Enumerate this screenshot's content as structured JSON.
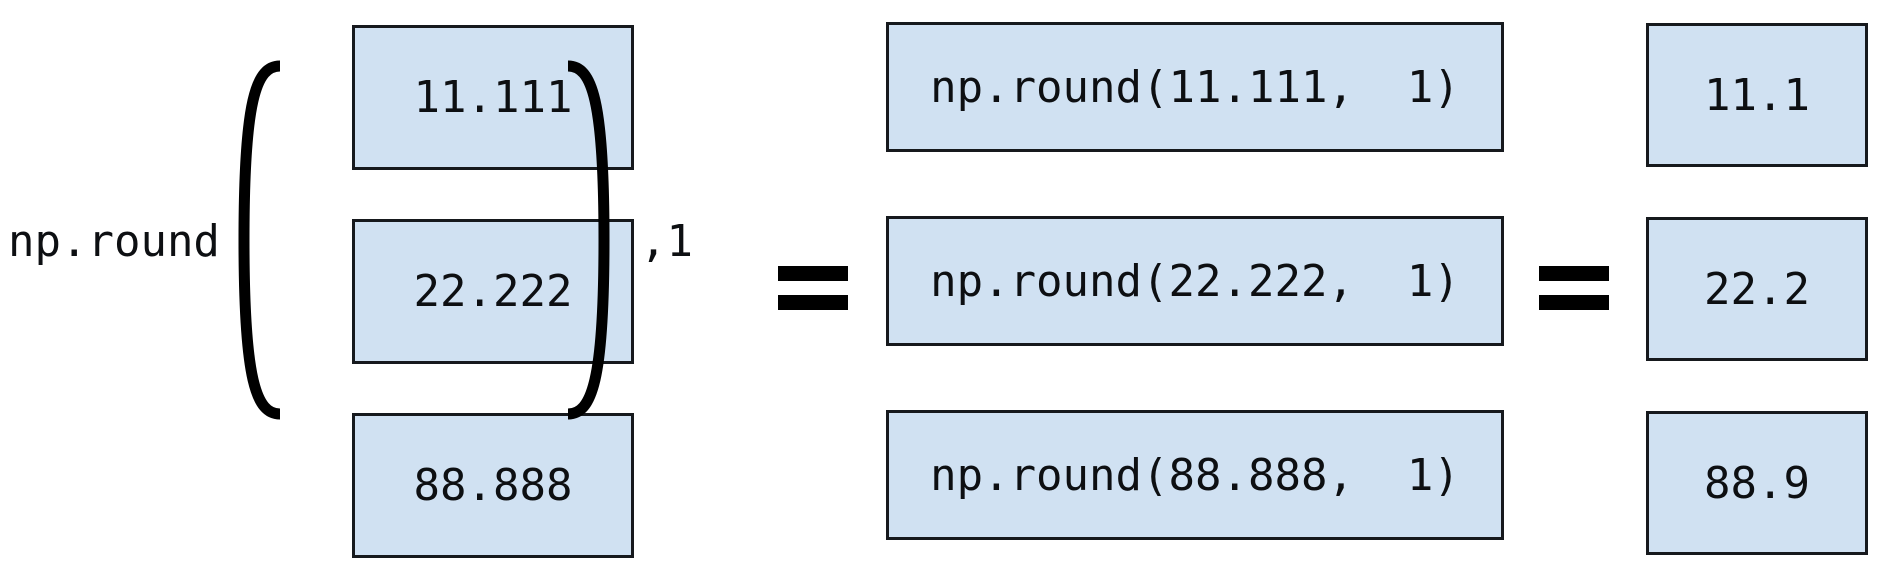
{
  "diagram": {
    "title": "np.round applied elementwise to an array with decimals=1",
    "colors": {
      "box_fill": "#d0e1f2",
      "box_border": "#16191d",
      "text": "#0d0f12",
      "background": "#ffffff"
    },
    "function_label": "np.round",
    "axis_argument": ",1",
    "equals_1": "=",
    "equals_2": "=",
    "bracket_left": "(",
    "bracket_right": ")",
    "input_matrix": {
      "name": "input-array",
      "values": [
        "11.111",
        "22.222",
        "88.888"
      ]
    },
    "expressions": {
      "name": "elementwise-calls",
      "values": [
        "np.round(11.111,  1)",
        "np.round(22.222,  1)",
        "np.round(88.888,  1)"
      ]
    },
    "output_matrix": {
      "name": "output-array",
      "values": [
        "11.1",
        "22.2",
        "88.9"
      ]
    }
  }
}
